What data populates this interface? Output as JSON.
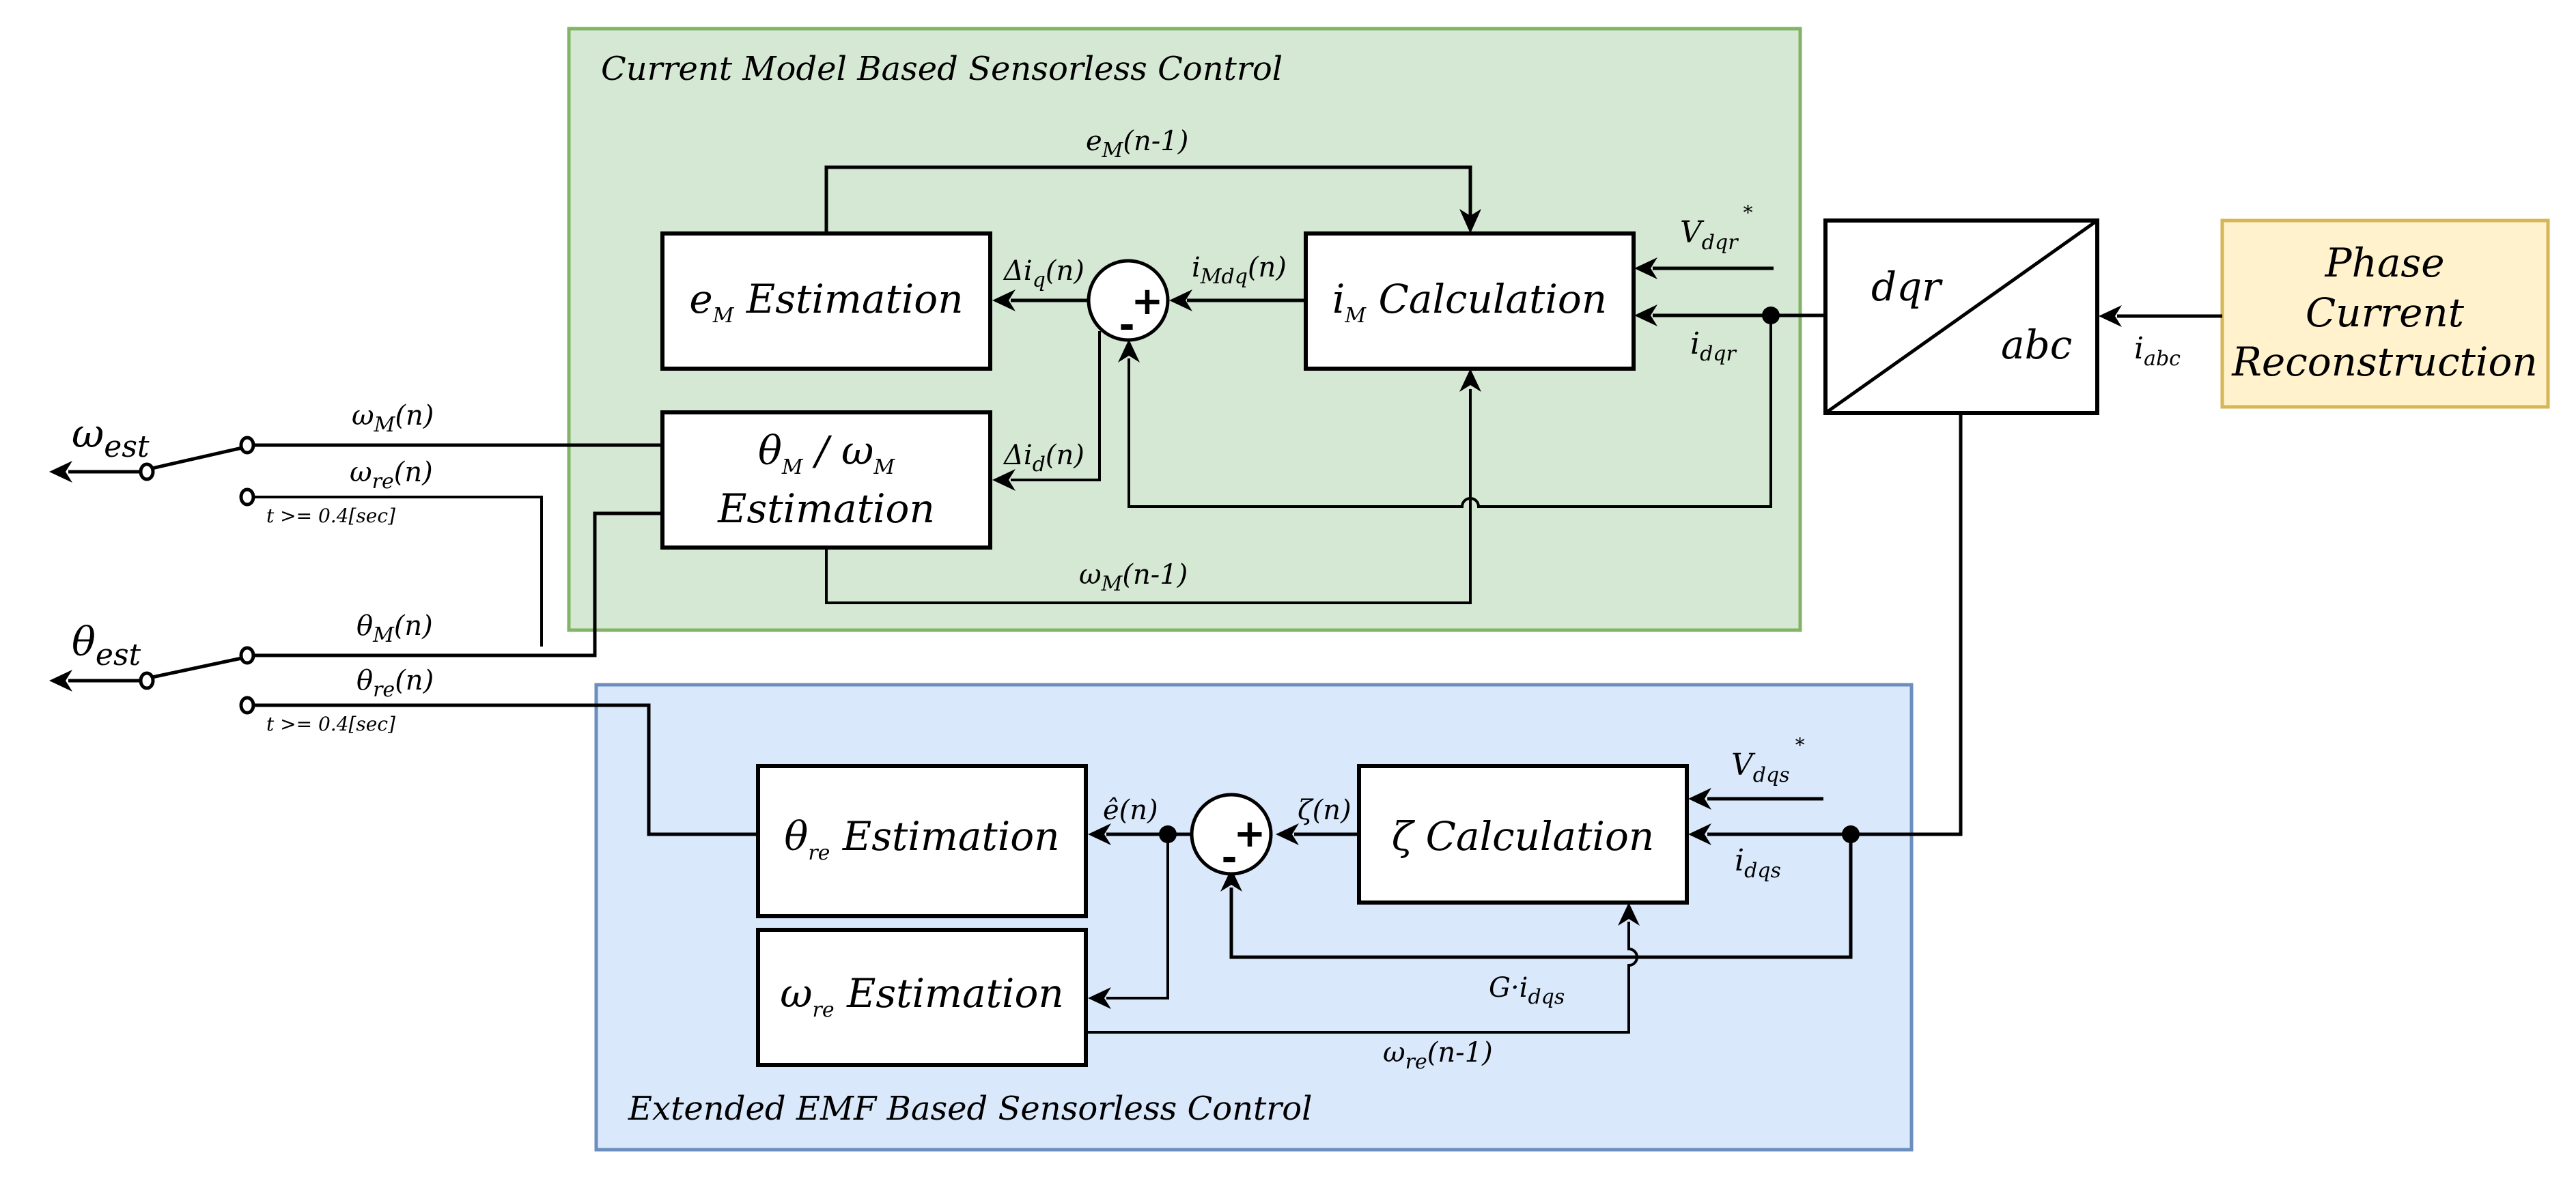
{
  "regions": {
    "current_model": {
      "title": "Current Model Based Sensorless Control",
      "fill": "#d5e8d4",
      "stroke": "#82b366"
    },
    "extended_emf": {
      "title": "Extended EMF Based Sensorless Control",
      "fill": "#dae8fc",
      "stroke": "#6c8ebf"
    },
    "phase_current": {
      "fill": "#fff2cc",
      "stroke": "#d6b656"
    }
  },
  "blocks": {
    "em_estimation": {
      "main": "e",
      "sub": "M",
      "rest": " Estimation"
    },
    "im_calculation": {
      "main": "i",
      "sub": "M",
      "rest": " Calculation"
    },
    "theta_omega_m": {
      "line1_a": "θ",
      "line1_a_sub": "M",
      "line1_sep": " / ",
      "line1_b": "ω",
      "line1_b_sub": "M",
      "line2": "Estimation"
    },
    "dqr_abc": {
      "top": "dqr",
      "bottom": "abc"
    },
    "phase_current": {
      "line1": "Phase",
      "line2": "Current",
      "line3": "Reconstruction"
    },
    "theta_re_estimation": {
      "main": "θ",
      "sub": "re",
      "rest": " Estimation"
    },
    "omega_re_estimation": {
      "main": "ω",
      "sub": "re",
      "rest": " Estimation"
    },
    "zeta_calculation": {
      "text": "ζ Calculation"
    }
  },
  "summers": {
    "top": {
      "plus": "+",
      "minus": "-"
    },
    "bottom": {
      "plus": "+",
      "minus": "-"
    }
  },
  "signals": {
    "em_prev": {
      "main": "e",
      "sub": "M",
      "rest": "(n-1)"
    },
    "delta_iq": {
      "main": "Δi",
      "sub": "q",
      "rest": "(n)"
    },
    "i_mdq": {
      "main": "i",
      "sub": "Mdq",
      "rest": "(n)"
    },
    "v_dqr": {
      "main": "V",
      "sub": "dqr",
      "sup": "*"
    },
    "i_dqr": {
      "main": "i",
      "sub": "dqr"
    },
    "delta_id": {
      "main": "Δi",
      "sub": "d",
      "rest": "(n)"
    },
    "omega_m_prev": {
      "main": "ω",
      "sub": "M",
      "rest": "(n-1)"
    },
    "i_abc": {
      "main": "i",
      "sub": "abc"
    },
    "omega_est": {
      "main": "ω",
      "sub": "est"
    },
    "theta_est": {
      "main": "θ",
      "sub": "est"
    },
    "omega_m_n": {
      "main": "ω",
      "sub": "M",
      "rest": "(n)"
    },
    "omega_re_n": {
      "main": "ω",
      "sub": "re",
      "rest": "(n)"
    },
    "theta_m_n": {
      "main": "θ",
      "sub": "M",
      "rest": "(n)"
    },
    "theta_re_n": {
      "main": "θ",
      "sub": "re",
      "rest": "(n)"
    },
    "switch_cond_1": "t >= 0.4[sec]",
    "switch_cond_2": "t >= 0.4[sec]",
    "e_hat": {
      "text": "ê(n)"
    },
    "zeta_n": {
      "text": "ζ(n)"
    },
    "v_dqs": {
      "main": "V",
      "sub": "dqs",
      "sup": "*"
    },
    "i_dqs": {
      "main": "i",
      "sub": "dqs"
    },
    "g_idqs": {
      "main": "G·i",
      "sub": "dqs"
    },
    "omega_re_prev": {
      "main": "ω",
      "sub": "re",
      "rest": "(n-1)"
    }
  }
}
